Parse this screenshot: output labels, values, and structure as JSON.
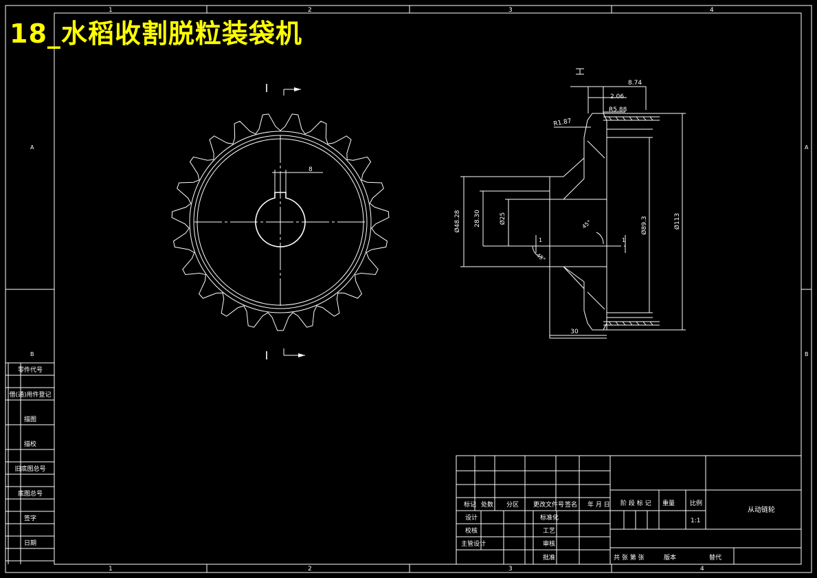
{
  "title": "18_水稻收割脱粒装袋机",
  "border": {
    "top_zones": [
      "1",
      "2",
      "3",
      "4"
    ],
    "bottom_zones": [
      "1",
      "2",
      "3",
      "4"
    ],
    "side_zones": [
      "A",
      "B"
    ]
  },
  "left_column": [
    "零件代号",
    "借(通)用件登记",
    "描图",
    "描校",
    "旧底图总号",
    "底图总号",
    "签字",
    "日期"
  ],
  "front_view": {
    "section_mark": "I",
    "keyway_dim": "8"
  },
  "side_view": {
    "section_mark": "I",
    "dims": {
      "d1": "8.74",
      "d2": "2.06",
      "d3": "R5.88",
      "d4": "R1.87",
      "d5": "Ø48.28",
      "d6": "28.30",
      "d7": "Ø25",
      "d8": "Ø89.3",
      "d9": "Ø113",
      "d10": "30",
      "d11": "1",
      "d12": "1",
      "a1": "45°",
      "a2": "45°"
    }
  },
  "title_block": {
    "rev_headers": [
      "标记",
      "处数",
      "分区",
      "更改文件号",
      "签名",
      "年 月 日"
    ],
    "sign_rows": [
      "设计",
      "校核",
      "主管设计"
    ],
    "std_rows": [
      "标准化",
      "工艺",
      "审核",
      "批准"
    ],
    "stage_headers": [
      "阶 段 标 记",
      "重量",
      "比例"
    ],
    "scale": "1:1",
    "part_name": "从动链轮",
    "sheet_info": "共 张 第 张",
    "version": "版本",
    "replace": "替代"
  }
}
